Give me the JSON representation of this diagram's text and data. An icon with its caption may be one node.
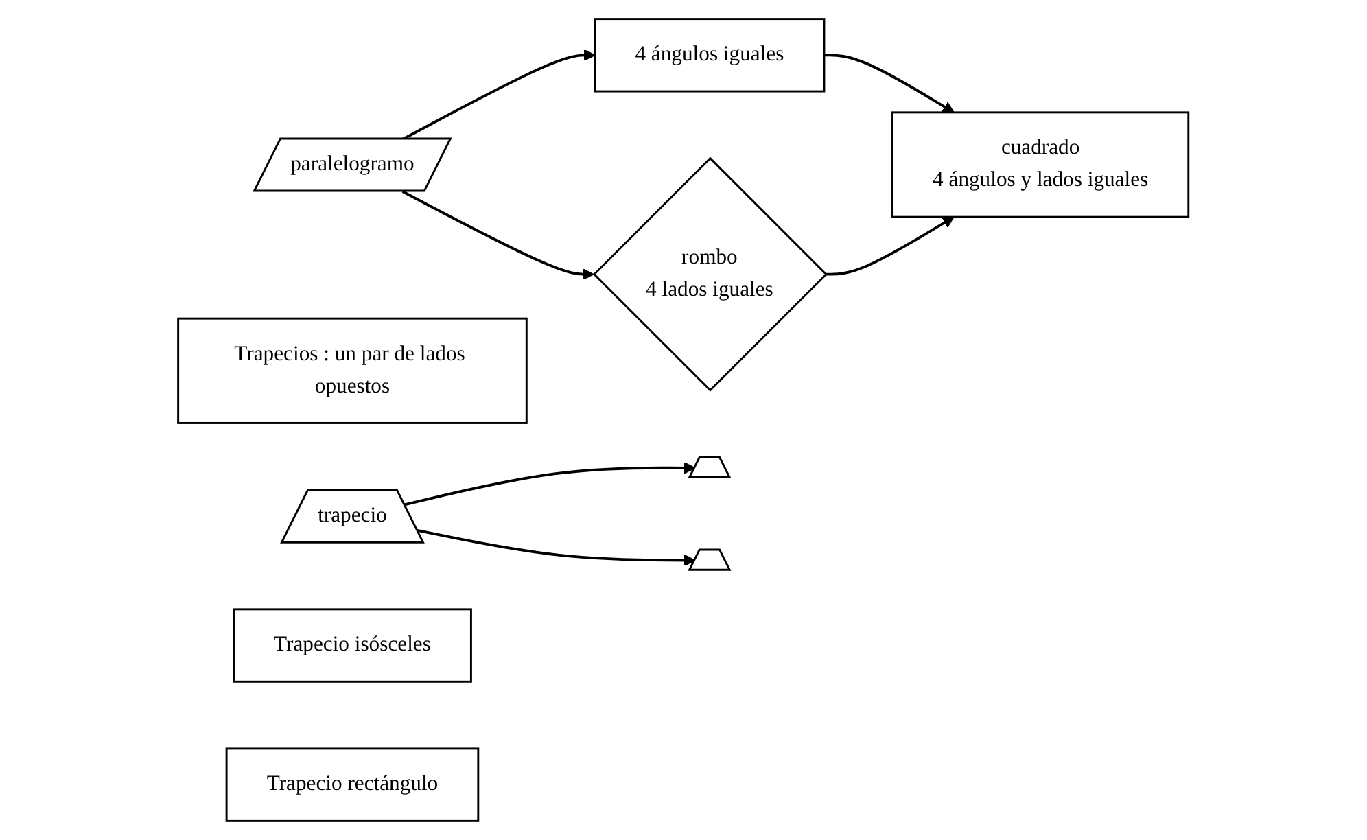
{
  "diagram": {
    "nodes": [
      {
        "text": [
          "paralelogramo"
        ]
      },
      {
        "text": [
          "4 ángulos iguales"
        ]
      },
      {
        "text": [
          "rombo",
          "4 lados iguales"
        ]
      },
      {
        "text": [
          "cuadrado",
          "4 ángulos y lados iguales"
        ]
      },
      {
        "text": [
          "Trapecios : un par de lados opuestos"
        ]
      },
      {
        "text": [
          "trapecio"
        ]
      },
      {
        "text": [],
        "shape": "trapezoid"
      },
      {
        "text": [
          "Trapecio isósceles"
        ]
      },
      {
        "text": [],
        "shape": "trapezoid"
      },
      {
        "text": [
          "Trapecio rectángulo"
        ]
      }
    ],
    "edges": [
      {
        "from": 0,
        "to": 1,
        "arrow": "to"
      },
      {
        "from": 0,
        "to": 2,
        "arrow": "to"
      },
      {
        "from": 1,
        "to": 3,
        "arrow": "to"
      },
      {
        "from": 2,
        "to": 3,
        "arrow": "to"
      },
      {
        "from": 5,
        "to": 6,
        "arrow": "to"
      },
      {
        "from": 5,
        "to": 8,
        "arrow": "to"
      }
    ]
  }
}
